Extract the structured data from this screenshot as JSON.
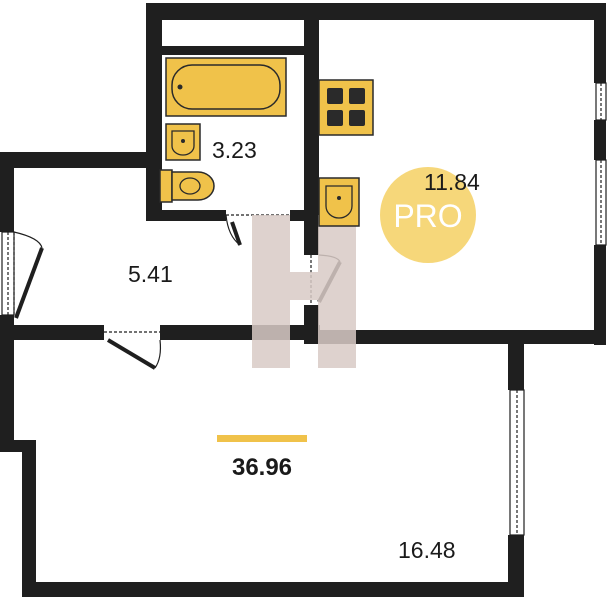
{
  "plan": {
    "total_area": "36.96",
    "rooms": [
      {
        "id": "bathroom",
        "area": "3.23"
      },
      {
        "id": "kitchen",
        "area": "11.84"
      },
      {
        "id": "hallway",
        "area": "5.41"
      },
      {
        "id": "living-room",
        "area": "16.48"
      }
    ],
    "badge": "PRO",
    "watermark_letter": "H"
  },
  "colors": {
    "wall": "#1f1f1f",
    "fixture_fill": "#f0c24a",
    "fixture_stroke": "#2a2a2a",
    "accent_bar": "#f0c24a",
    "badge": "#f5d36b",
    "watermark": "#d9cbc6"
  },
  "icons": [
    "bathtub-icon",
    "sink-icon",
    "toilet-icon",
    "stove-icon",
    "window-icon",
    "door-icon"
  ]
}
